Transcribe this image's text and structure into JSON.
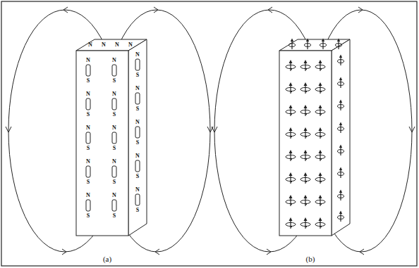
{
  "diagram": {
    "labels": [
      "N",
      "N",
      "N",
      "N",
      "N",
      "S",
      "N",
      "S",
      "N",
      "S",
      "N",
      "S",
      "N",
      "S",
      "N",
      "S",
      "N",
      "S",
      "N",
      "S",
      "N",
      "S",
      "N",
      "S",
      "N",
      "S",
      "N",
      "S",
      "N",
      "S",
      "N",
      "S",
      "N",
      "S",
      "(a)",
      "(b)"
    ]
  }
}
